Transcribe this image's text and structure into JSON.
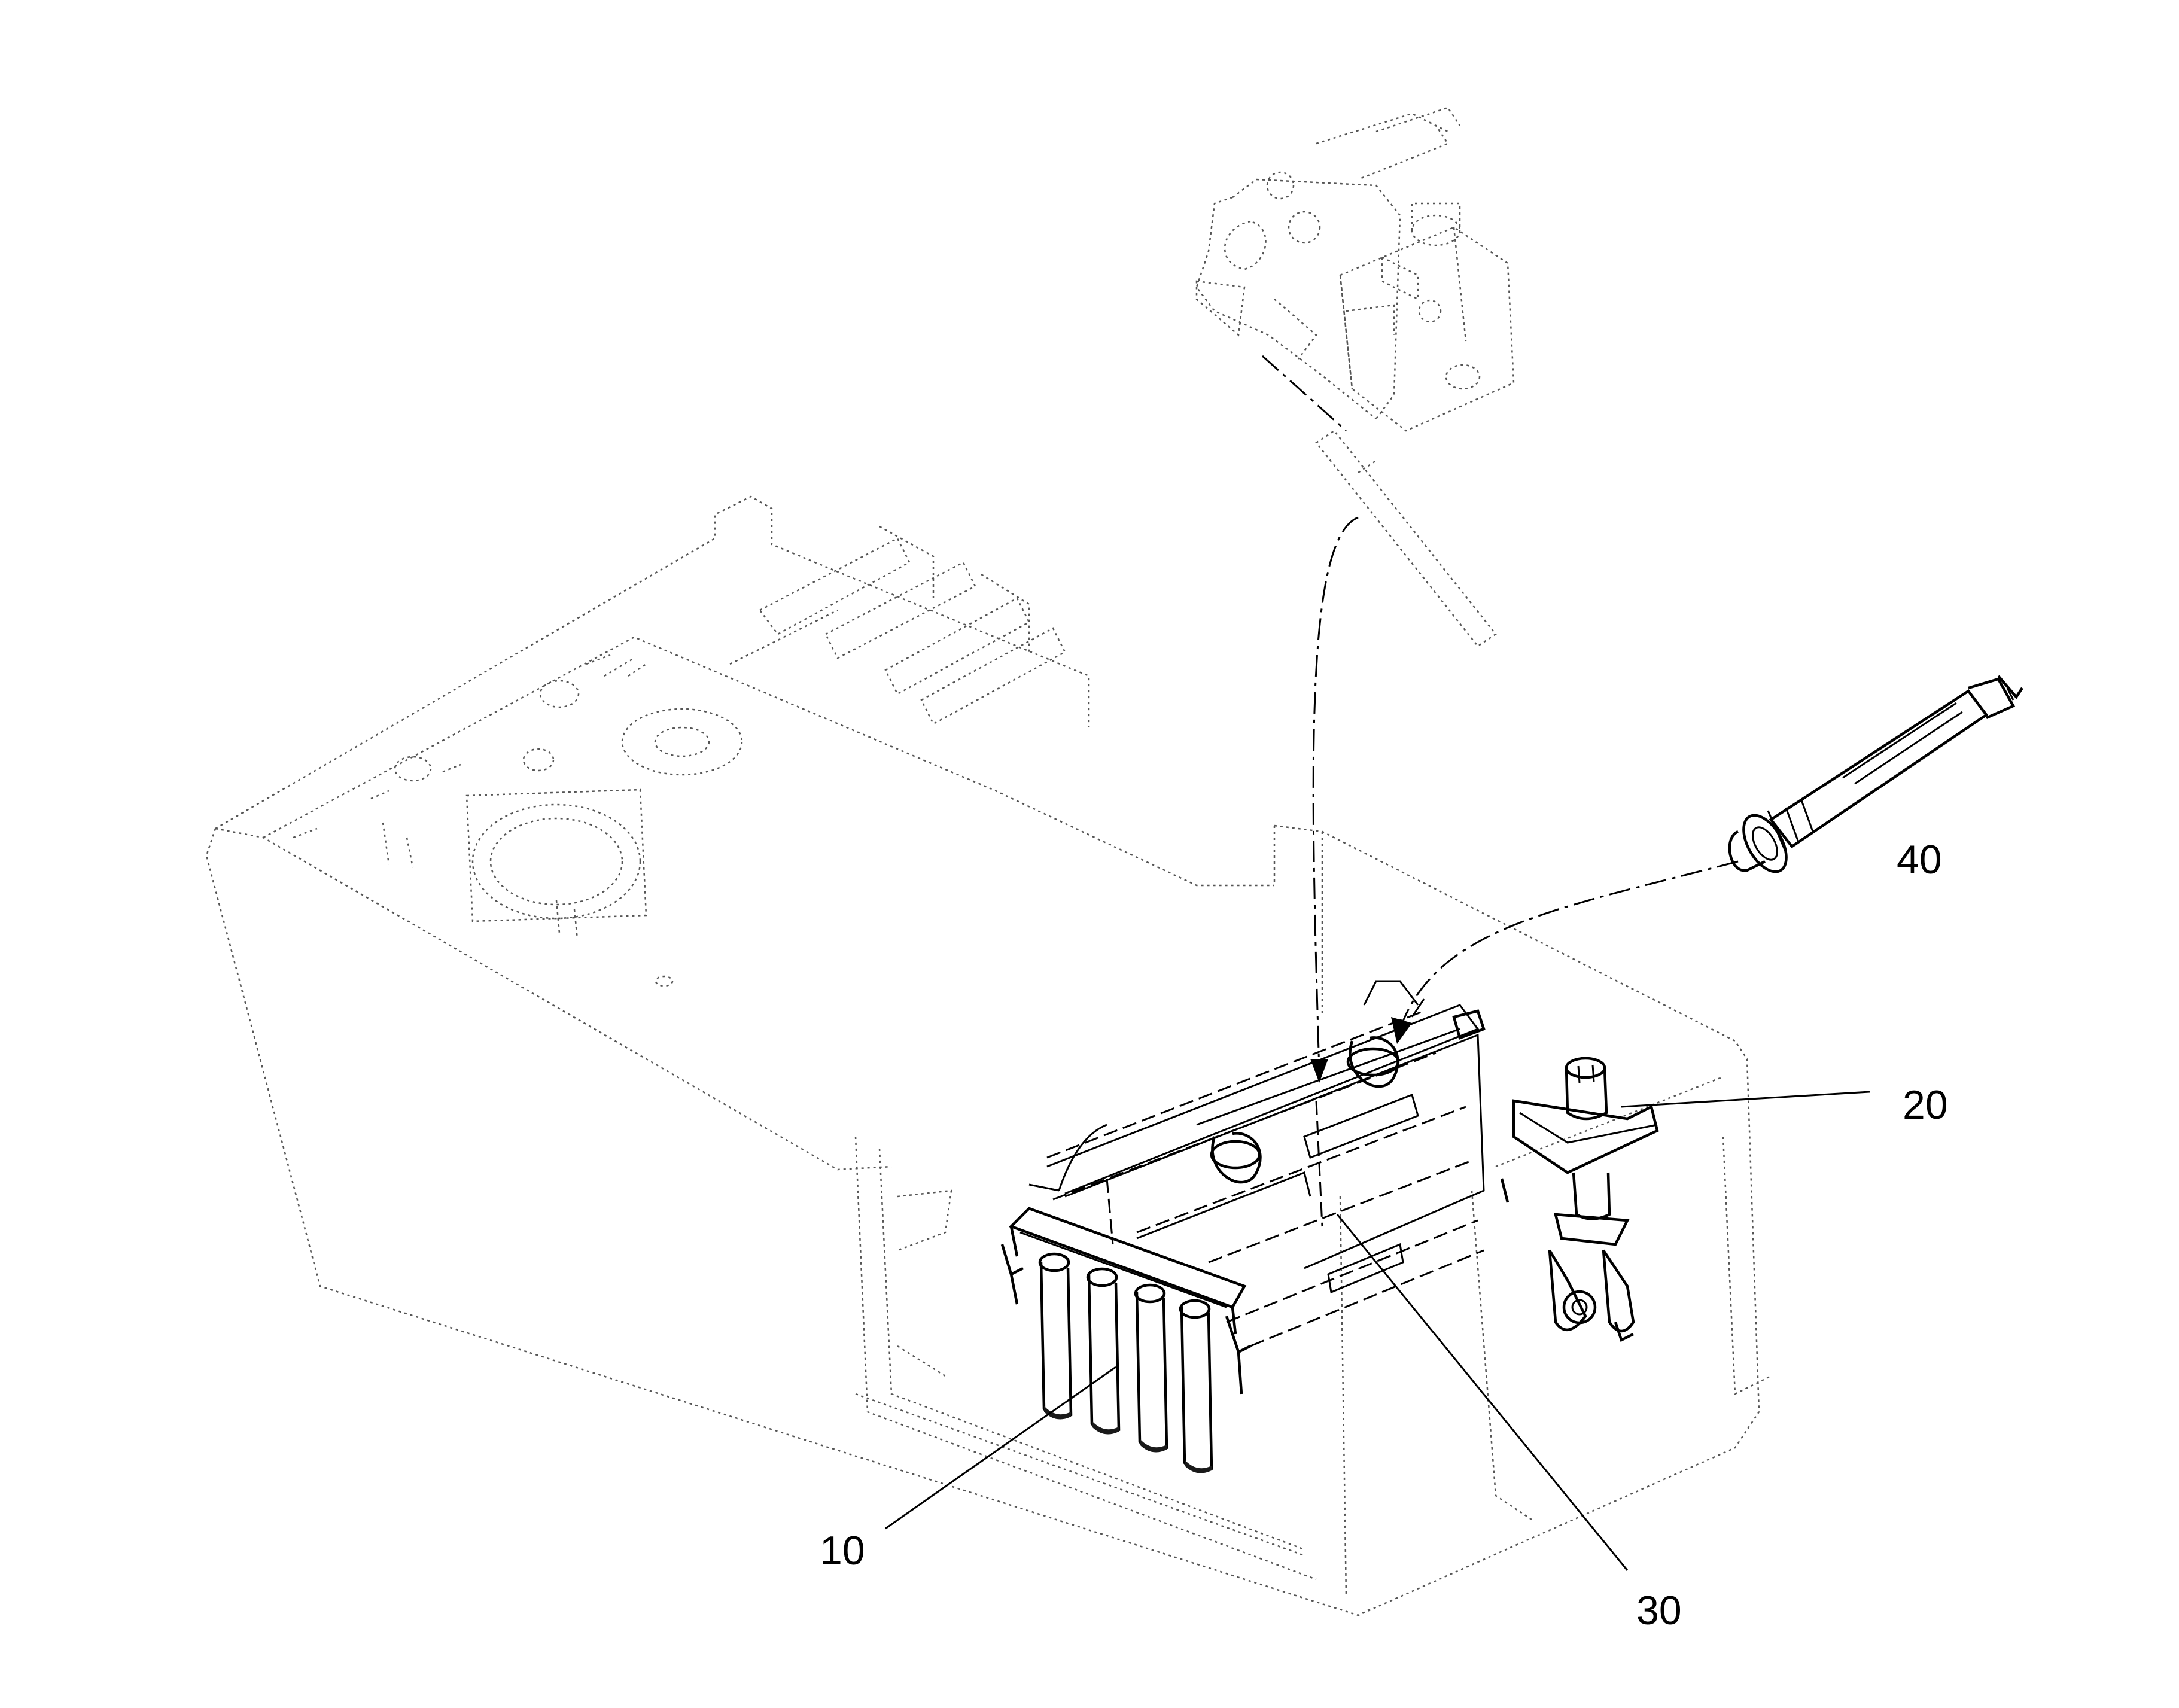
{
  "callouts": {
    "c10": "10",
    "c20": "20",
    "c30": "30",
    "c40": "40"
  },
  "parts": {
    "p10": "filter-cartridges",
    "p20": "swivel-bracket",
    "p30": "mounting-frame",
    "p40": "cylinder"
  },
  "colors": {
    "line": "#000000",
    "ghost": "#555555",
    "fill": "#1a1a1a"
  }
}
